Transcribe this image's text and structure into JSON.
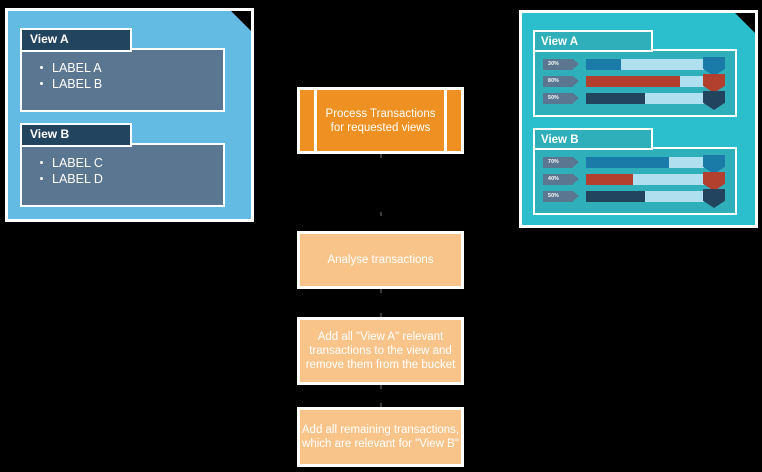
{
  "left_panel": {
    "name": "views-definition-panel",
    "background_color": "#63bbe4",
    "groups": [
      {
        "title": "View A",
        "items": [
          "LABEL A",
          "LABEL B"
        ]
      },
      {
        "title": "View B",
        "items": [
          "LABEL C",
          "LABEL D"
        ]
      }
    ]
  },
  "flow": {
    "steps": [
      {
        "id": "process",
        "label": "Process Transactions for requested views",
        "shape": "predefined-process",
        "color": "#ee9122"
      },
      {
        "id": "analyse",
        "label": "Analyse transactions",
        "shape": "process",
        "color": "#f8c48a"
      },
      {
        "id": "add-view-a",
        "label": "Add all \"View A\" relevant transactions to the view and remove them from the bucket",
        "shape": "process",
        "color": "#f8c48a"
      },
      {
        "id": "add-view-b",
        "label": "Add all remaining transactions, which are relevant for \"View B\"",
        "shape": "process",
        "color": "#f8c48a"
      }
    ]
  },
  "right_panel": {
    "name": "views-result-panel",
    "background_color": "#2bbfce",
    "groups": [
      {
        "title": "View A",
        "chevron_colors": [
          "#1a7ba8",
          "#b3402f",
          "#23445e"
        ],
        "rows": [
          {
            "percent": "30%",
            "value": 30,
            "bar_color": "#1a7ba8"
          },
          {
            "percent": "80%",
            "value": 80,
            "bar_color": "#b3402f"
          },
          {
            "percent": "50%",
            "value": 50,
            "bar_color": "#23445e"
          }
        ]
      },
      {
        "title": "View B",
        "chevron_colors": [
          "#1a7ba8",
          "#b3402f",
          "#23445e"
        ],
        "rows": [
          {
            "percent": "70%",
            "value": 70,
            "bar_color": "#1a7ba8"
          },
          {
            "percent": "40%",
            "value": 40,
            "bar_color": "#b3402f"
          },
          {
            "percent": "50%",
            "value": 50,
            "bar_color": "#23445e"
          }
        ]
      }
    ]
  },
  "chart_data": {
    "type": "bar",
    "title": "View A / View B transaction completion",
    "orientation": "horizontal",
    "xlabel": "",
    "ylabel": "",
    "xlim": [
      0,
      100
    ],
    "grid": false,
    "legend": "none",
    "charts": [
      {
        "name": "View A",
        "categories": [
          "30%",
          "80%",
          "50%"
        ],
        "values": [
          30,
          80,
          50
        ],
        "colors": [
          "#1a7ba8",
          "#b3402f",
          "#23445e"
        ],
        "track_color": "#b0dff0"
      },
      {
        "name": "View B",
        "categories": [
          "70%",
          "40%",
          "50%"
        ],
        "values": [
          70,
          40,
          50
        ],
        "colors": [
          "#1a7ba8",
          "#b3402f",
          "#23445e"
        ],
        "track_color": "#b0dff0"
      }
    ]
  }
}
